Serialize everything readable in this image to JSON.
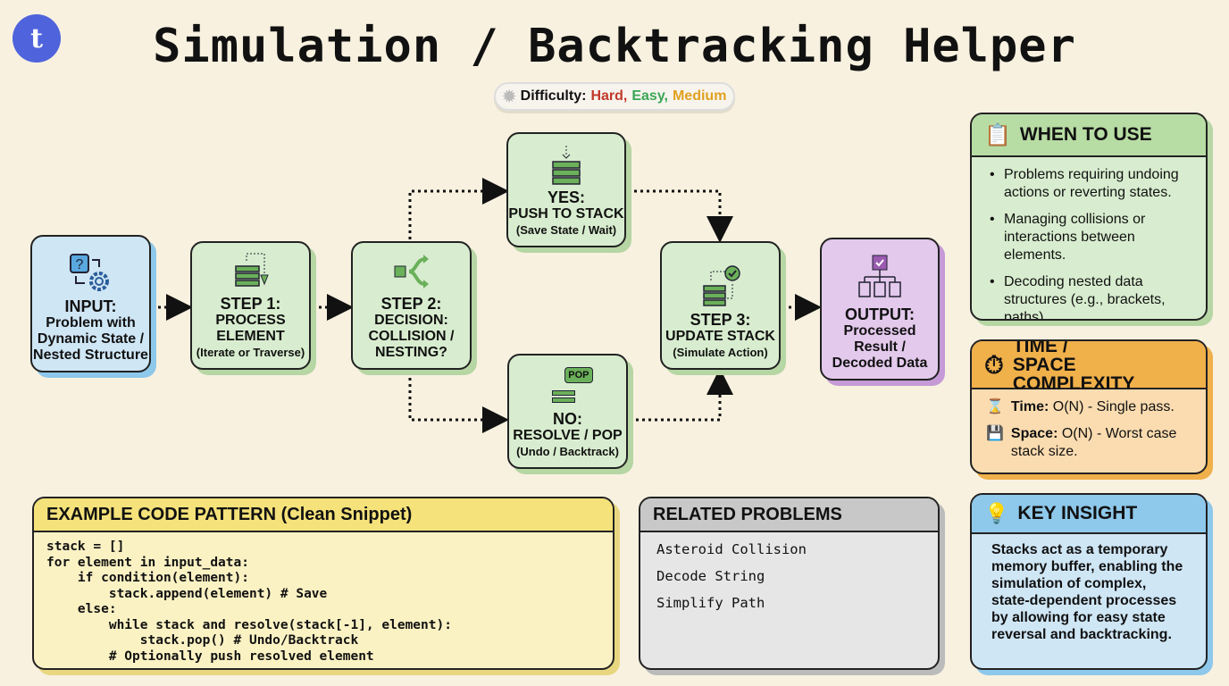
{
  "logo": "t",
  "title": "Simulation / Backtracking Helper",
  "difficulty": {
    "label": "Difficulty:",
    "levels": [
      {
        "text": "Hard,",
        "color": "#c0392b"
      },
      {
        "text": "Easy,",
        "color": "#3aa655"
      },
      {
        "text": "Medium",
        "color": "#e0a020"
      }
    ]
  },
  "flow": {
    "input": {
      "title": "INPUT:",
      "sub": "Problem with Dynamic State / Nested Structure"
    },
    "step1": {
      "title": "STEP 1:",
      "sub": "PROCESS ELEMENT",
      "note": "(Iterate or Traverse)"
    },
    "step2": {
      "title": "STEP 2:",
      "sub": "DECISION: COLLISION / NESTING?"
    },
    "yes": {
      "title": "YES:",
      "sub": "PUSH TO STACK",
      "note": "(Save State / Wait)"
    },
    "no": {
      "title": "NO:",
      "sub": "RESOLVE / POP",
      "note": "(Undo / Backtrack)",
      "badge": "POP"
    },
    "step3": {
      "title": "STEP 3:",
      "sub": "UPDATE STACK",
      "note": "(Simulate Action)"
    },
    "output": {
      "title": "OUTPUT:",
      "sub": "Processed Result / Decoded Data"
    }
  },
  "when": {
    "title": "WHEN TO USE",
    "items": [
      "Problems requiring undoing actions or reverting states.",
      "Managing collisions or interactions between elements.",
      "Decoding nested data structures (e.g., brackets, paths)."
    ]
  },
  "complexity": {
    "title": "TIME / SPACE COMPLEXITY",
    "time_label": "Time:",
    "time": " O(N) - Single pass.",
    "space_label": "Space:",
    "space": " O(N) - Worst case stack size."
  },
  "insight": {
    "title": "KEY INSIGHT",
    "text": "Stacks act as a temporary memory buffer, enabling the simulation of complex, state-dependent processes by allowing for easy state reversal and backtracking."
  },
  "code": {
    "title": "EXAMPLE CODE PATTERN (Clean Snippet)",
    "text": "stack = []\nfor element in input_data:\n    if condition(element):\n        stack.append(element) # Save\n    else:\n        while stack and resolve(stack[-1], element):\n            stack.pop() # Undo/Backtrack\n        # Optionally push resolved element"
  },
  "related": {
    "title": "RELATED PROBLEMS",
    "items": [
      "Asteroid Collision",
      "Decode String",
      "Simplify Path"
    ]
  },
  "colors": {
    "background": "#f8f1e0",
    "green": "#d8edcf",
    "blue": "#cfe6f5",
    "purple": "#e3c9ec",
    "orange": "#f0b04a",
    "yellow": "#f5e27a",
    "accent": "#4f63dc"
  }
}
